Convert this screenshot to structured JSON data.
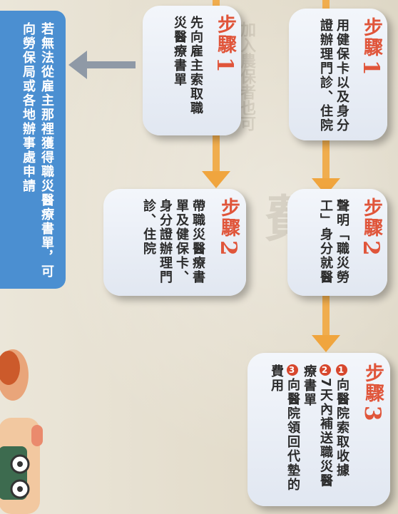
{
  "background_faint_text": [
    "加入農保者也可",
    "費"
  ],
  "column_right": {
    "step1": {
      "word": "步驟",
      "num": "1",
      "text": "用健保卡以及身分證辦理門診、住院"
    },
    "step2": {
      "word": "步驟",
      "num": "2",
      "text": "聲明「職災勞工」身分就醫"
    },
    "step3": {
      "word": "步驟",
      "num": "3",
      "items": [
        {
          "badge": "1",
          "text": "向醫院索取收據"
        },
        {
          "badge": "2",
          "text": "7天內補送職災醫療書單"
        },
        {
          "badge": "3",
          "text": "向醫院領回代墊的費用"
        }
      ]
    }
  },
  "column_middle": {
    "step1": {
      "word": "步驟",
      "num": "1",
      "text": "先向雇主索取職災醫療書單"
    },
    "step2": {
      "word": "步驟",
      "num": "2",
      "text": "帶職災醫療書單及健保卡、身分證辦理門診、住院"
    }
  },
  "side_note": {
    "text": "若無法從雇主那裡獲得職災醫療書單，可向勞保局或各地辦事處申請"
  },
  "colors": {
    "accent": "#e0553a",
    "blue": "#4b8fd1",
    "arrow_orange": "#f0a53e",
    "arrow_gray": "#8f99a6"
  }
}
